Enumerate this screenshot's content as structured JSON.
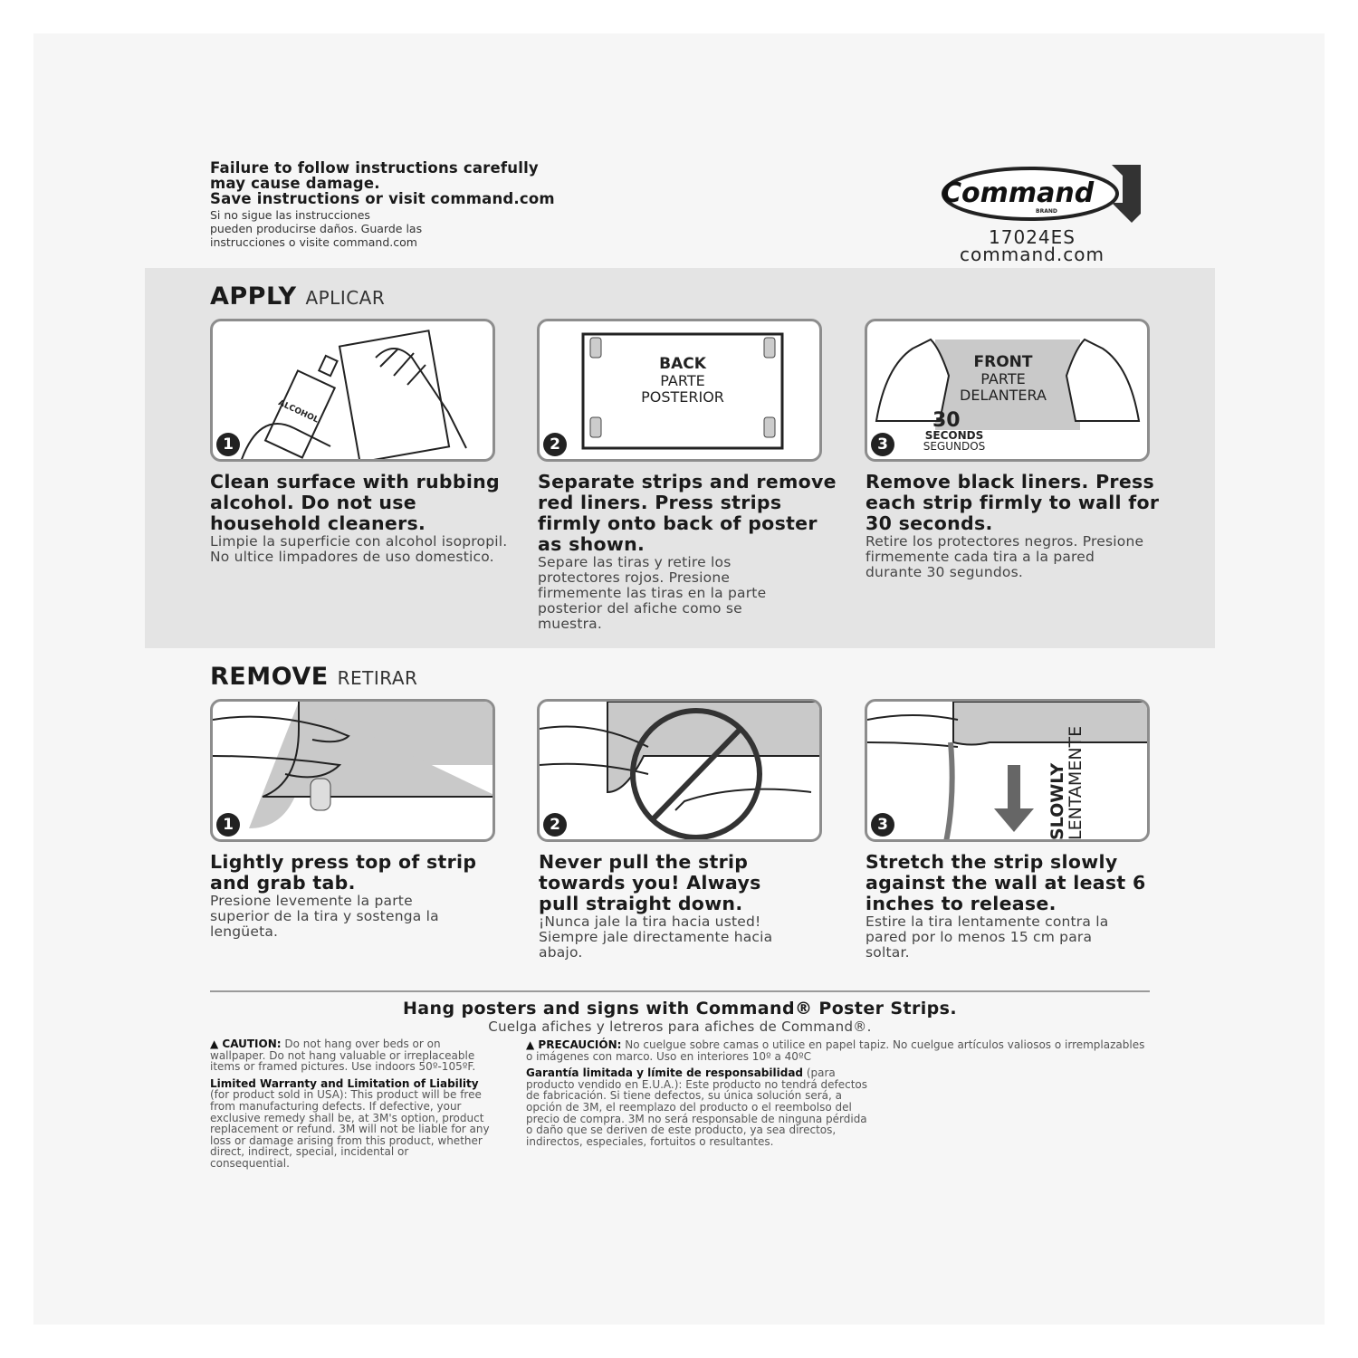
{
  "header": {
    "warning_en": [
      "Failure to follow instructions carefully",
      "may cause damage.",
      "Save instructions or visit command.com"
    ],
    "warning_es": [
      "Si no sigue las instrucciones",
      "pueden producirse daños. Guarde las",
      "instrucciones o visite command.com"
    ],
    "logo": {
      "brand": "Command",
      "sub": "BRAND"
    },
    "product_code": "17024ES",
    "website": "command.com"
  },
  "apply": {
    "title": "APPLY",
    "title_es": "APLICAR",
    "steps": [
      {
        "number": "1",
        "heading": "Clean surface with rubbing alcohol. Do not use household cleaners.",
        "spanish": "Limpie la superficie con alcohol isopropil. No ultice limpadores de uso domestico.",
        "illustration_label": "ALCOHOL"
      },
      {
        "number": "2",
        "heading": "Separate strips and remove red liners. Press strips firmly onto back of poster as shown.",
        "spanish": "Separe las tiras y retire los protectores rojos. Presione firmemente las tiras en la parte posterior del afiche como se muestra.",
        "illustration_label": "BACK",
        "illustration_label_es": "PARTE POSTERIOR"
      },
      {
        "number": "3",
        "heading": "Remove black liners. Press each strip firmly to wall for 30 seconds.",
        "spanish": "Retire los protectores negros. Presione firmemente cada tira a la pared durante 30 segundos.",
        "illustration_label": "FRONT",
        "illustration_label_es": "PARTE DELANTERA",
        "timer": "30",
        "timer_unit": "SECONDS",
        "timer_unit_es": "SEGUNDOS"
      }
    ]
  },
  "remove": {
    "title": "REMOVE",
    "title_es": "RETIRAR",
    "steps": [
      {
        "number": "1",
        "heading": "Lightly press top of strip and grab tab.",
        "spanish": "Presione levemente la parte superior de la tira y sostenga la lengüeta."
      },
      {
        "number": "2",
        "heading": "Never pull the strip towards you! Always pull straight down.",
        "spanish": "¡Nunca jale la tira hacia usted! Siempre jale directamente hacia abajo."
      },
      {
        "number": "3",
        "heading": "Stretch the strip slowly against the wall at least 6 inches to release.",
        "spanish": "Estire la tira lentamente contra la pared por lo menos 15 cm para soltar.",
        "illustration_label": "SLOWLY",
        "illustration_label_es": "LENTAMENTE"
      }
    ]
  },
  "footer": {
    "tagline": "Hang posters and signs with Command® Poster Strips.",
    "tagline_es": "Cuelga afiches y letreros para afiches de Command®.",
    "caution_label": "CAUTION:",
    "caution_text": "Do not hang over beds or on wallpaper. Do not hang valuable or irreplaceable items or framed pictures. Use indoors 50º-105ºF.",
    "warranty_label": "Limited Warranty and Limitation of Liability",
    "warranty_text": "(for product sold in USA): This product will be free from manufacturing defects. If defective, your exclusive remedy shall be, at 3M's option, product replacement or refund. 3M will not be liable for any loss or damage arising from this product, whether direct, indirect, special, incidental or consequential.",
    "precaucion_label": "PRECAUCIÓN:",
    "precaucion_text": "No cuelgue sobre camas o utilice en papel tapiz. No cuelgue artículos valiosos o irremplazables o imágenes con marco. Uso en interiores 10º a 40ºC",
    "garantia_label": "Garantía limitada y límite de responsabilidad",
    "garantia_text": "(para producto vendido en E.U.A.): Este producto no tendrá defectos de fabricación. Si tiene defectos, su única solución será, a opción de 3M, el reemplazo del producto o el reembolso del precio de compra. 3M no será responsable de ninguna pérdida o daño que se deriven de este producto, ya sea directos, indirectos, especiales, fortuitos o resultantes.",
    "warning_icon": "warning-triangle-icon"
  }
}
